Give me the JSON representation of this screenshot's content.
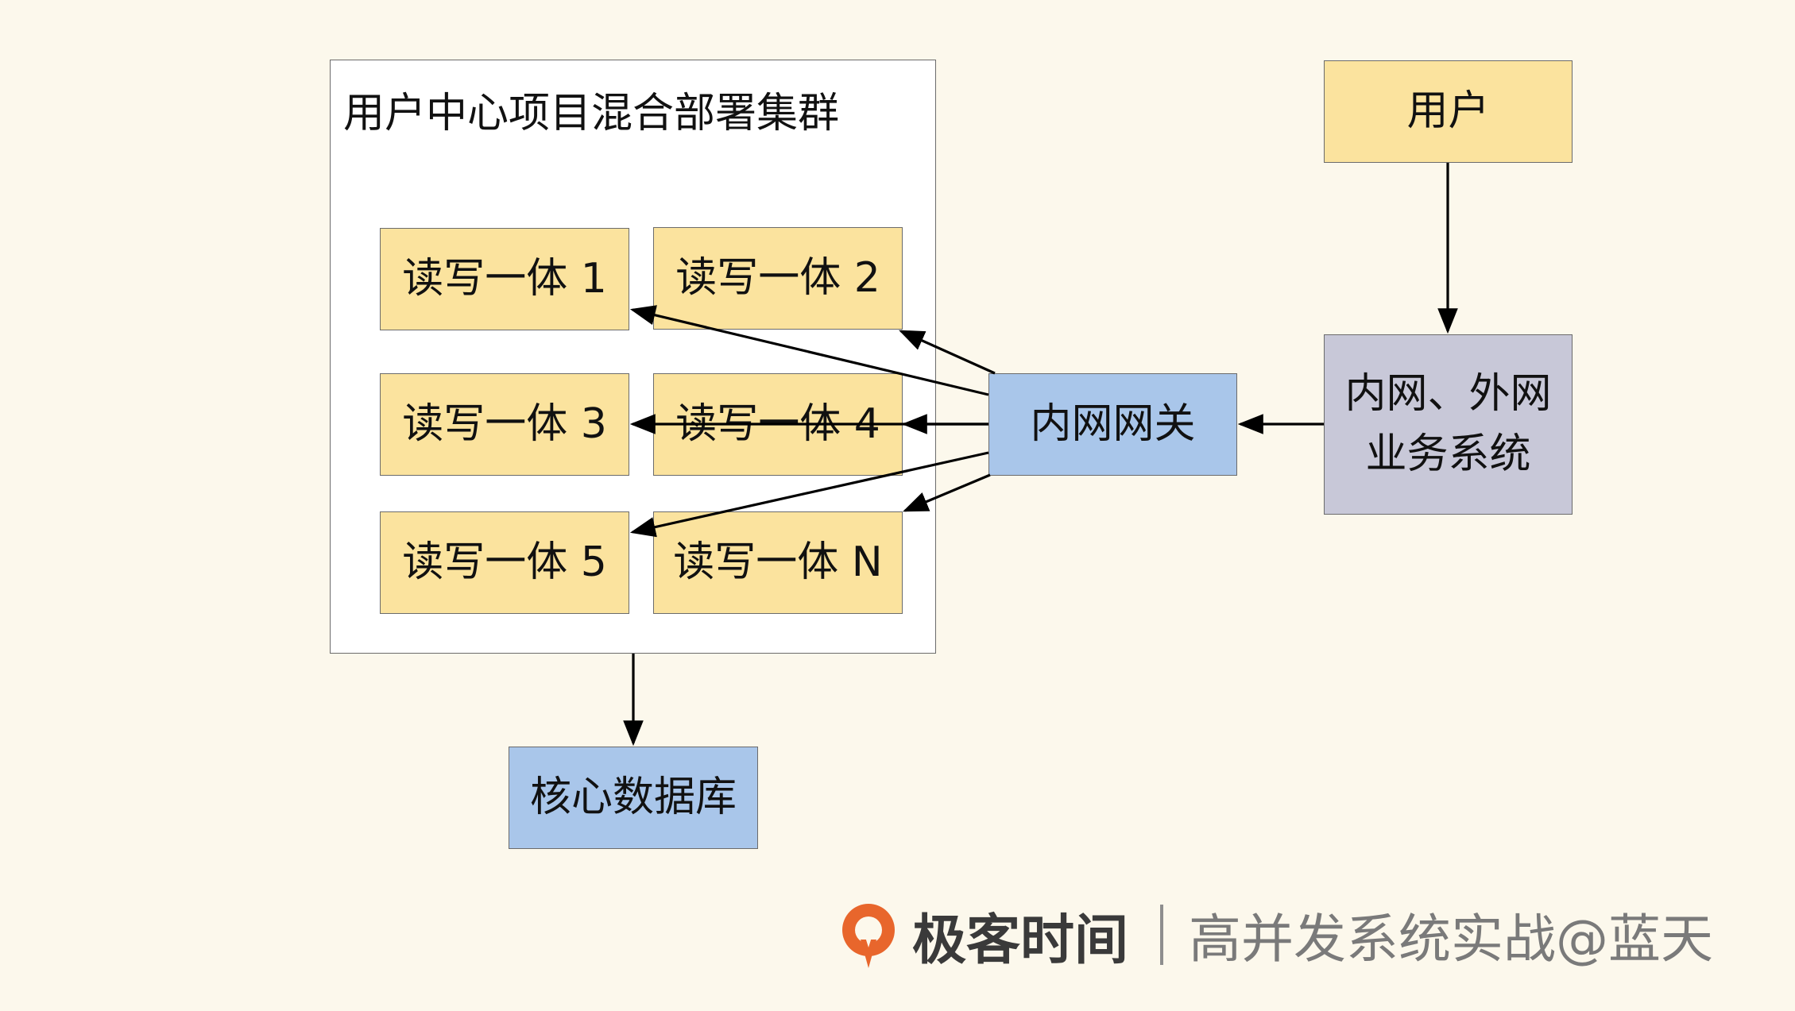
{
  "cluster": {
    "title": "用户中心项目混合部署集群"
  },
  "nodes": {
    "rw1": "读写一体 1",
    "rw2": "读写一体 2",
    "rw3": "读写一体 3",
    "rw4": "读写一体 4",
    "rw5": "读写一体 5",
    "rwN": "读写一体 N",
    "gateway": "内网网关",
    "user": "用户",
    "business": "内网、外网\n业务系统",
    "database": "核心数据库"
  },
  "footer": {
    "brand": "极客时间",
    "course": "高并发系统实战@蓝天"
  },
  "colors": {
    "background": "#fcf8ec",
    "yellow": "#fbe39e",
    "blue": "#a9c6ea",
    "gray": "#c8c8d8",
    "logo_orange": "#e8662c"
  }
}
